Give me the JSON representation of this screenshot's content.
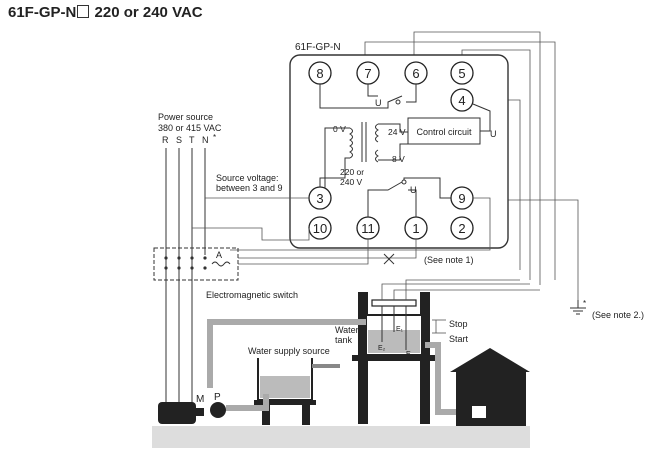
{
  "title": {
    "model": "61F-GP-N",
    "rating": "220 or 240 VAC"
  },
  "unit": {
    "label": "61F-GP-N",
    "terminals": [
      "8",
      "7",
      "6",
      "5",
      "4",
      "3",
      "9",
      "10",
      "11",
      "1",
      "2"
    ],
    "relay_label": "U",
    "voltage_0": "0 V",
    "voltage_24": "24 V",
    "voltage_8": "8 V",
    "voltage_220": "220 or",
    "voltage_240": "240 V",
    "control_circuit": "Control circuit"
  },
  "power": {
    "line1": "Power source",
    "line2": "380 or 415 VAC",
    "phases": [
      "R",
      "S",
      "T",
      "N"
    ],
    "asterisk": "*"
  },
  "source_voltage": {
    "line1": "Source voltage:",
    "line2": "between 3 and 9"
  },
  "switch": {
    "label": "Electromagnetic switch",
    "coil": "A"
  },
  "notes": {
    "note1": "(See note 1)",
    "note2": "(See note 2.)",
    "asterisk": "*"
  },
  "tank": {
    "line1": "Water",
    "line2": "tank",
    "stop": "Stop",
    "start": "Start",
    "e1": "E₁",
    "e2": "E₂",
    "e3": "E₃"
  },
  "supply": {
    "label": "Water supply source"
  },
  "pump": {
    "motor": "M",
    "pump": "P"
  }
}
